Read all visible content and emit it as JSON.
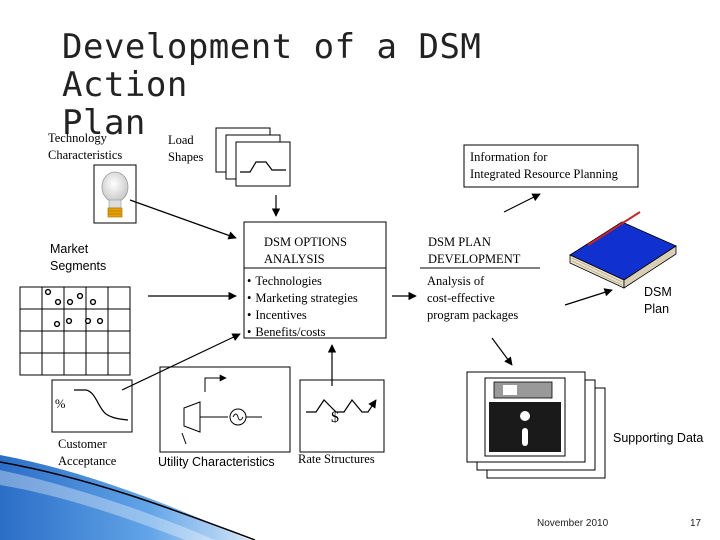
{
  "slide": {
    "title_line1": "Development of a DSM Action",
    "title_line2": "Plan"
  },
  "labels": {
    "technology": [
      "Technology",
      "Characteristics"
    ],
    "load": [
      "Load",
      "Shapes"
    ],
    "information": [
      "Information for",
      "Integrated Resource Planning"
    ],
    "market": [
      "Market",
      "Segments"
    ],
    "dsm_options": [
      "DSM OPTIONS",
      "ANALYSIS"
    ],
    "dsm_plan_dev": [
      "DSM PLAN",
      "DEVELOPMENT"
    ],
    "options_bullets": [
      "Technologies",
      "Marketing strategies",
      "Incentives",
      "Benefits/costs"
    ],
    "analysis": [
      "Analysis of",
      "cost-effective",
      "program packages"
    ],
    "dsm_plan": [
      "DSM",
      "Plan"
    ],
    "percent": "%",
    "dollar": "$",
    "customer": [
      "Customer",
      "Acceptance"
    ],
    "utility": "Utility Characteristics",
    "rate": "Rate Structures",
    "supporting": "Supporting Data"
  },
  "footer": {
    "date": "November 2010",
    "page": "17"
  },
  "colors": {
    "accent_blue": "#1f66c4",
    "book_blue": "#1030d0",
    "book_red": "#cc2222",
    "bulb_gold": "#e8a200"
  }
}
